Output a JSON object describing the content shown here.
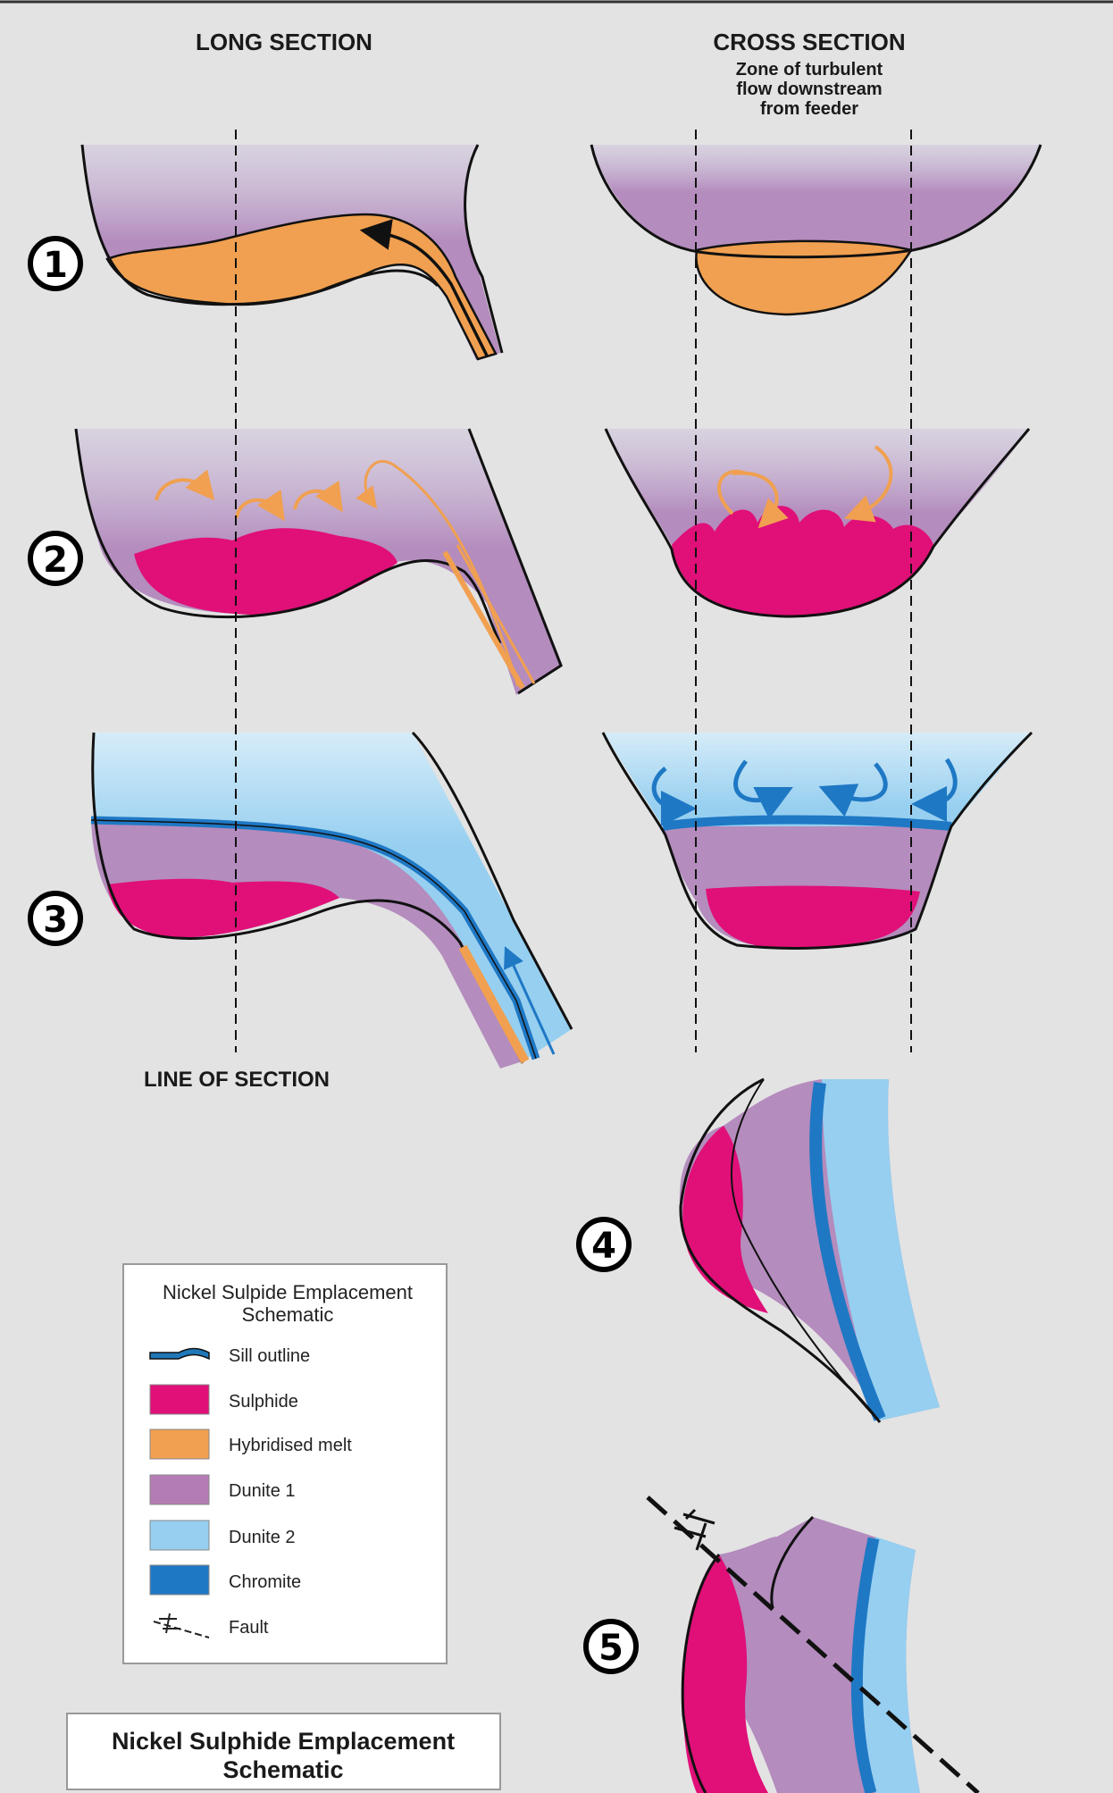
{
  "headers": {
    "long_section": "LONG SECTION",
    "cross_section": "CROSS SECTION",
    "cross_note": [
      "Zone of turbulent",
      "flow downstream",
      "from feeder"
    ],
    "line_of_section": "LINE OF SECTION"
  },
  "stages": [
    "1",
    "2",
    "3",
    "4",
    "5"
  ],
  "legend": {
    "title": [
      "Nickel Sulpide Emplacement",
      "Schematic"
    ],
    "items": [
      {
        "label": "Sill outline",
        "swatch": "sill",
        "color": "#1f78b8"
      },
      {
        "label": "Sulphide",
        "swatch": "box",
        "color": "#e01078"
      },
      {
        "label": "Hybridised melt",
        "swatch": "box",
        "color": "#f0a050"
      },
      {
        "label": "Dunite 1",
        "swatch": "box",
        "color": "#b47cb4"
      },
      {
        "label": "Dunite 2",
        "swatch": "box",
        "color": "#96cff0"
      },
      {
        "label": "Chromite",
        "swatch": "box",
        "color": "#1f78c4"
      },
      {
        "label": "Fault",
        "swatch": "fault",
        "color": "#222222"
      }
    ]
  },
  "title_box": [
    "Nickel Sulphide Emplacement",
    "Schematic"
  ],
  "colors": {
    "background": "#e3e3e3",
    "sulphide": "#e01078",
    "hybridised_melt": "#f0a050",
    "dunite1": "#b48cbd",
    "dunite2": "#96cff0",
    "chromite": "#1f78c4",
    "outline": "#111111"
  }
}
